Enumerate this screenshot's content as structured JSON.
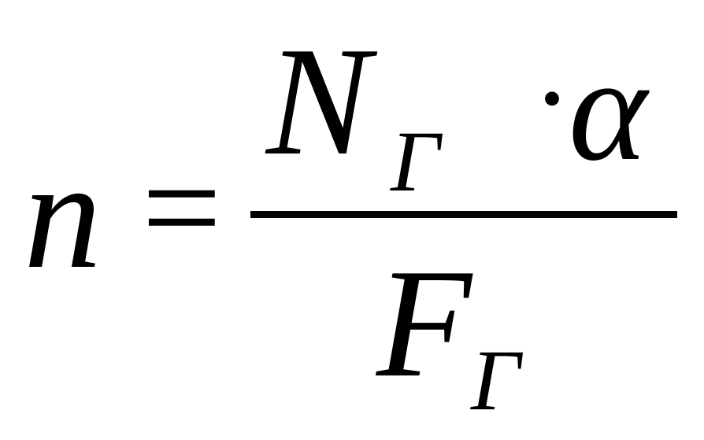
{
  "formula": {
    "lhs": "n",
    "equals": "=",
    "numerator": {
      "main": "N",
      "subscript": "Γ",
      "operator": "·",
      "factor": "α"
    },
    "denominator": {
      "main": "F",
      "subscript": "Γ"
    }
  }
}
